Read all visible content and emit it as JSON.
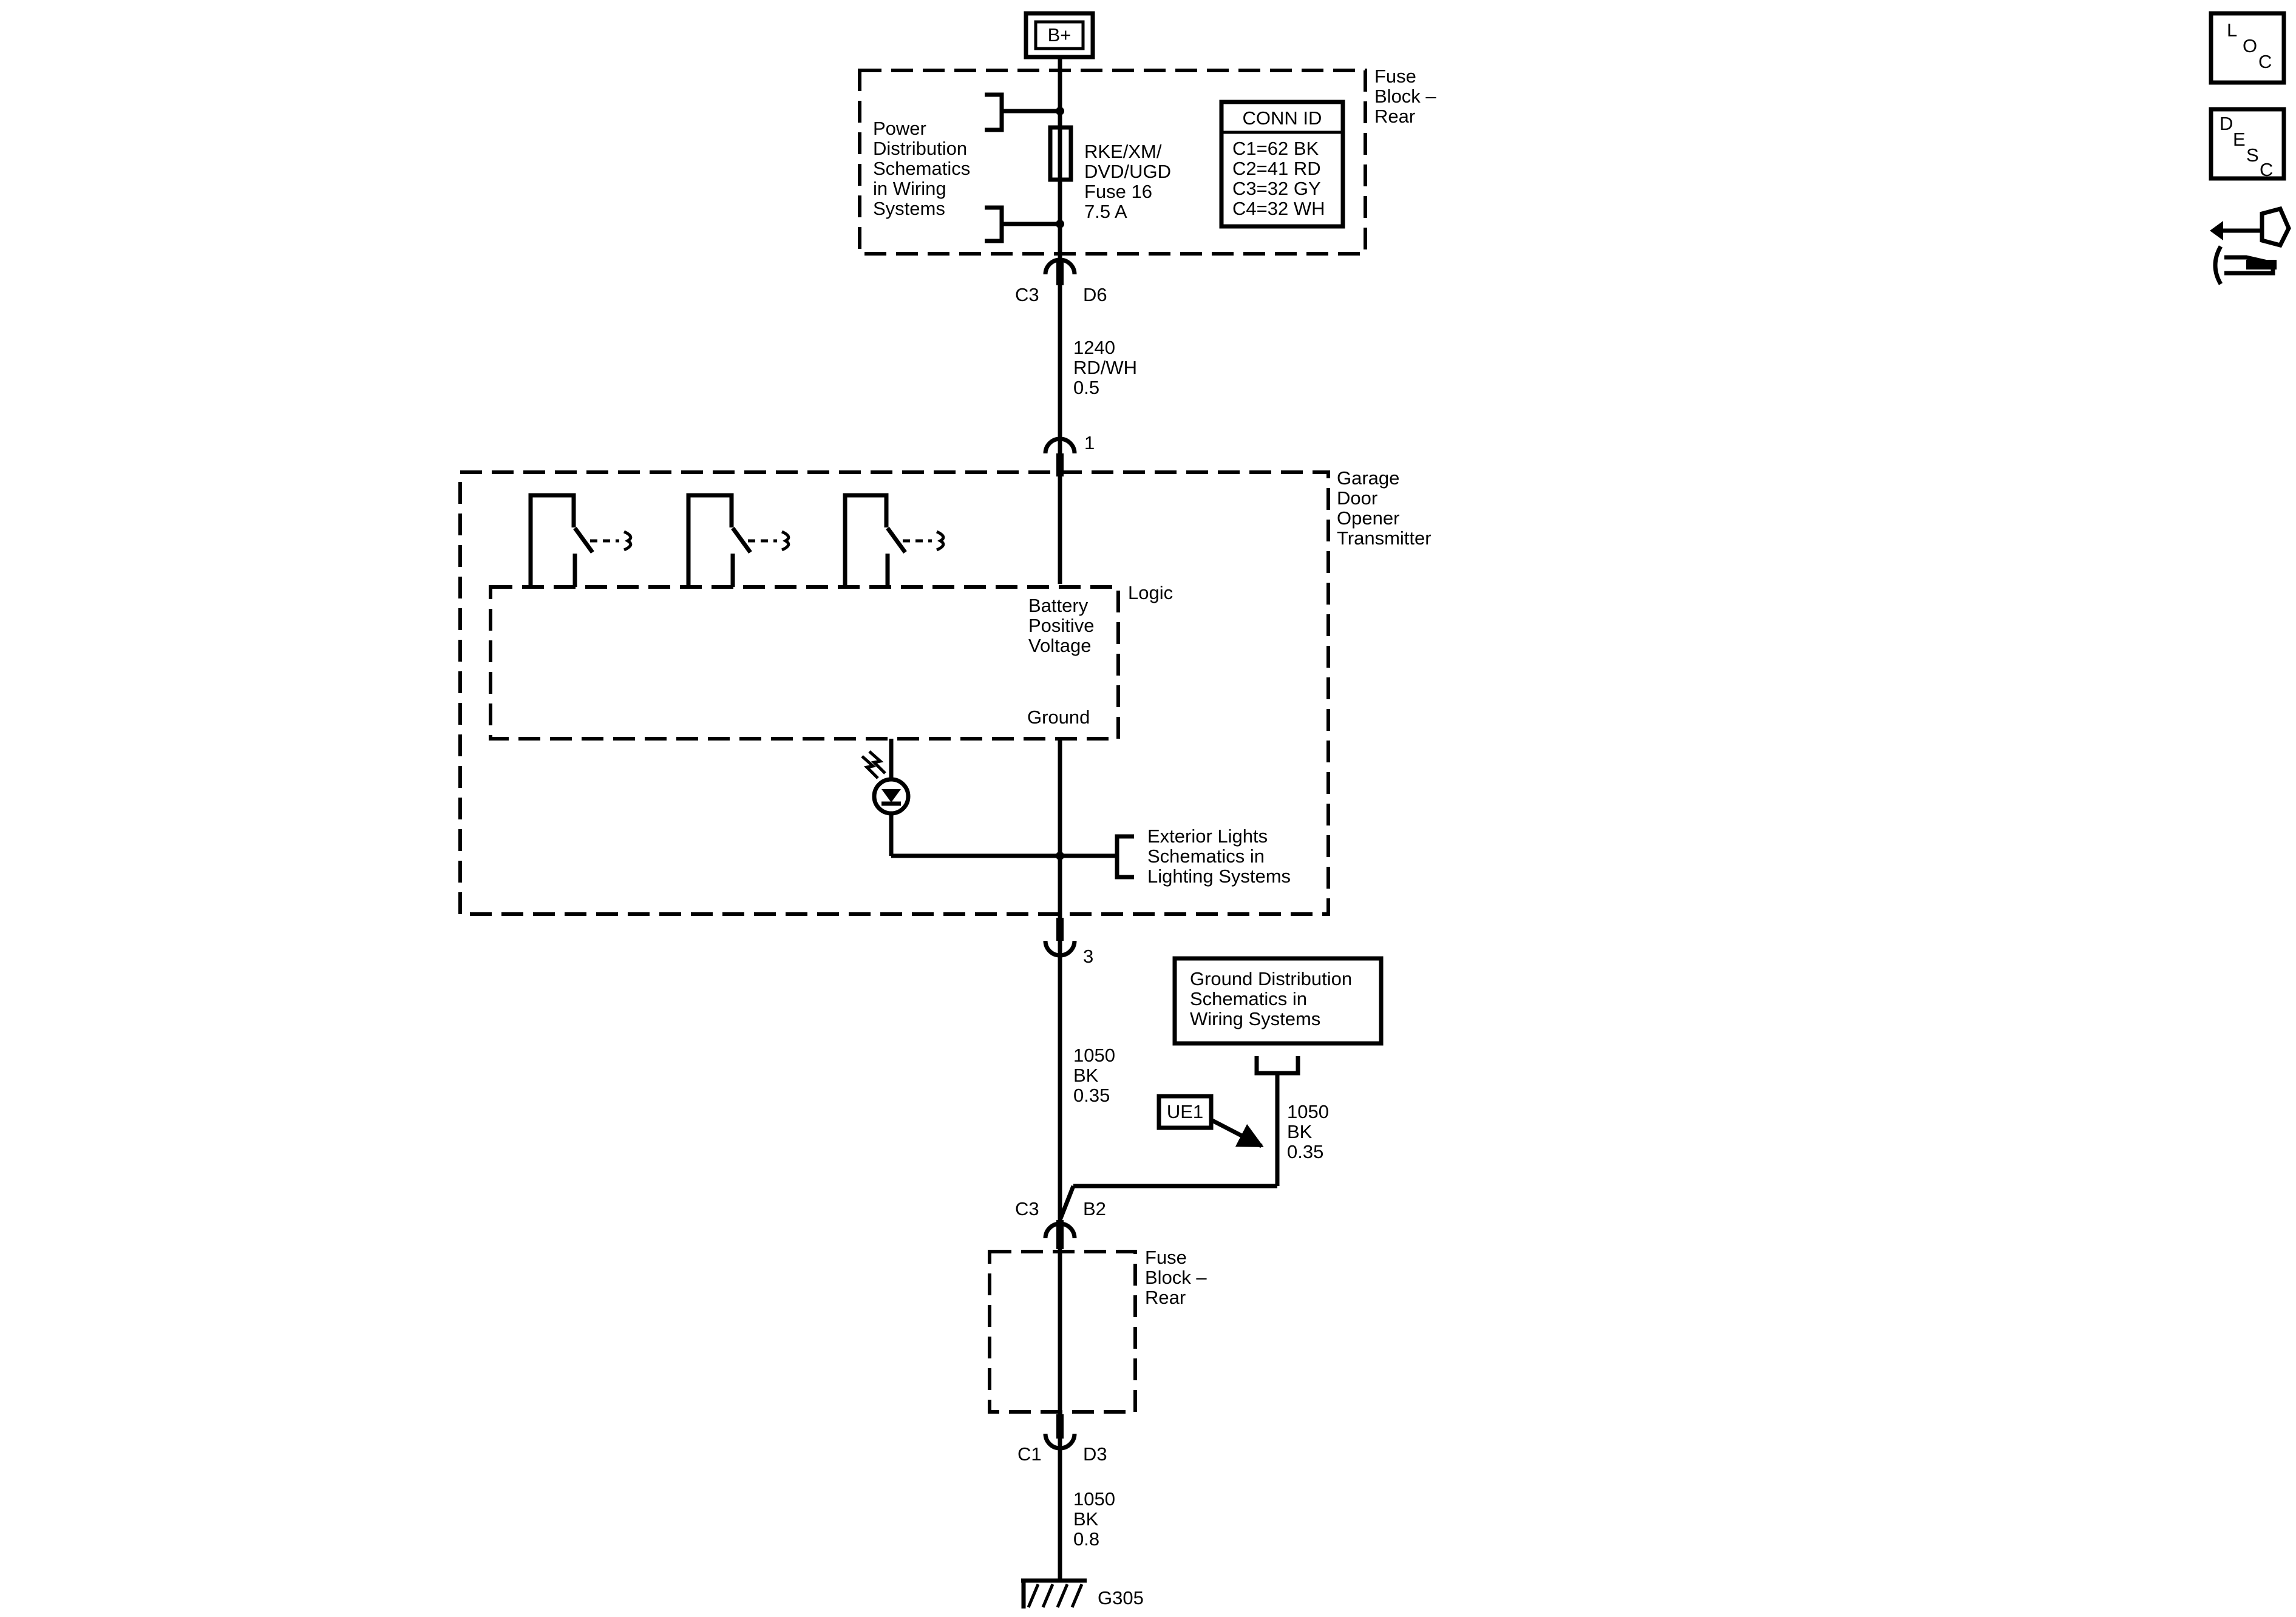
{
  "power_source": {
    "label": "B+"
  },
  "nav_icons": {
    "loc": {
      "letters": [
        "L",
        "O",
        "C"
      ]
    },
    "desc": {
      "letters": [
        "D",
        "E",
        "S",
        "C"
      ]
    },
    "diagnostic_icon": "connector-wrench-icon"
  },
  "fuse_block_top": {
    "title": [
      "Fuse",
      "Block –",
      "Rear"
    ],
    "power_ref": [
      "Power",
      "Distribution",
      "Schematics",
      "in Wiring",
      "Systems"
    ],
    "fuse_label": [
      "RKE/XM/",
      "DVD/UGD",
      "Fuse 16",
      "7.5 A"
    ],
    "conn_id": {
      "header": "CONN ID",
      "rows": [
        "C1=62 BK",
        "C2=41 RD",
        "C3=32 GY",
        "C4=32 WH"
      ]
    },
    "connector": {
      "conn": "C3",
      "pin": "D6"
    }
  },
  "wire_1": {
    "lines": [
      "1240",
      "RD/WH",
      "0.5"
    ]
  },
  "garage_door_opener": {
    "title": [
      "Garage",
      "Door",
      "Opener",
      "Transmitter"
    ],
    "pin_top": "1",
    "pin_bottom": "3",
    "logic": {
      "label": "Logic",
      "battery": [
        "Battery",
        "Positive",
        "Voltage"
      ],
      "ground": "Ground"
    },
    "exterior_ref": [
      "Exterior Lights",
      "Schematics in",
      "Lighting Systems"
    ]
  },
  "wire_2": {
    "lines": [
      "1050",
      "BK",
      "0.35"
    ]
  },
  "ground_dist": {
    "lines": [
      "Ground Distribution",
      "Schematics in",
      "Wiring Systems"
    ]
  },
  "wire_3": {
    "lines": [
      "1050",
      "BK",
      "0.35"
    ]
  },
  "option_tag": {
    "label": "UE1"
  },
  "fuse_block_bottom": {
    "title": [
      "Fuse",
      "Block –",
      "Rear"
    ],
    "connector_top": {
      "conn": "C3",
      "pin": "B2"
    },
    "connector_bottom": {
      "conn": "C1",
      "pin": "D3"
    }
  },
  "wire_4": {
    "lines": [
      "1050",
      "BK",
      "0.8"
    ]
  },
  "ground": {
    "label": "G305"
  }
}
